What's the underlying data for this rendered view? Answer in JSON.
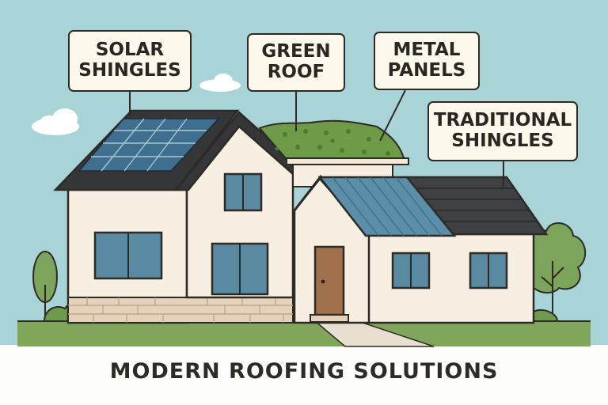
{
  "caption": "MODERN ROOFING SOLUTIONS",
  "labels": {
    "solar": {
      "line1": "SOLAR",
      "line2": "SHINGLES"
    },
    "green": {
      "line1": "GREEN",
      "line2": "ROOF"
    },
    "metal": {
      "line1": "METAL",
      "line2": "PANELS"
    },
    "traditional": {
      "line1": "TRADITIONAL",
      "line2": "SHINGLES"
    }
  },
  "colors": {
    "sky": "#a8d4d7",
    "outline": "#2e2a26",
    "wall": "#f7efe1",
    "solar_panel": "#3f6f8e",
    "dark_roof": "#353638",
    "green_roof": "#6f9a47",
    "metal_roof": "#5b8ea8",
    "window_glass": "#5a8aa2",
    "grass": "#7fa65a",
    "stone": "#e6d2bb",
    "door": "#a0714c",
    "label_bg": "#fdf8ec"
  }
}
